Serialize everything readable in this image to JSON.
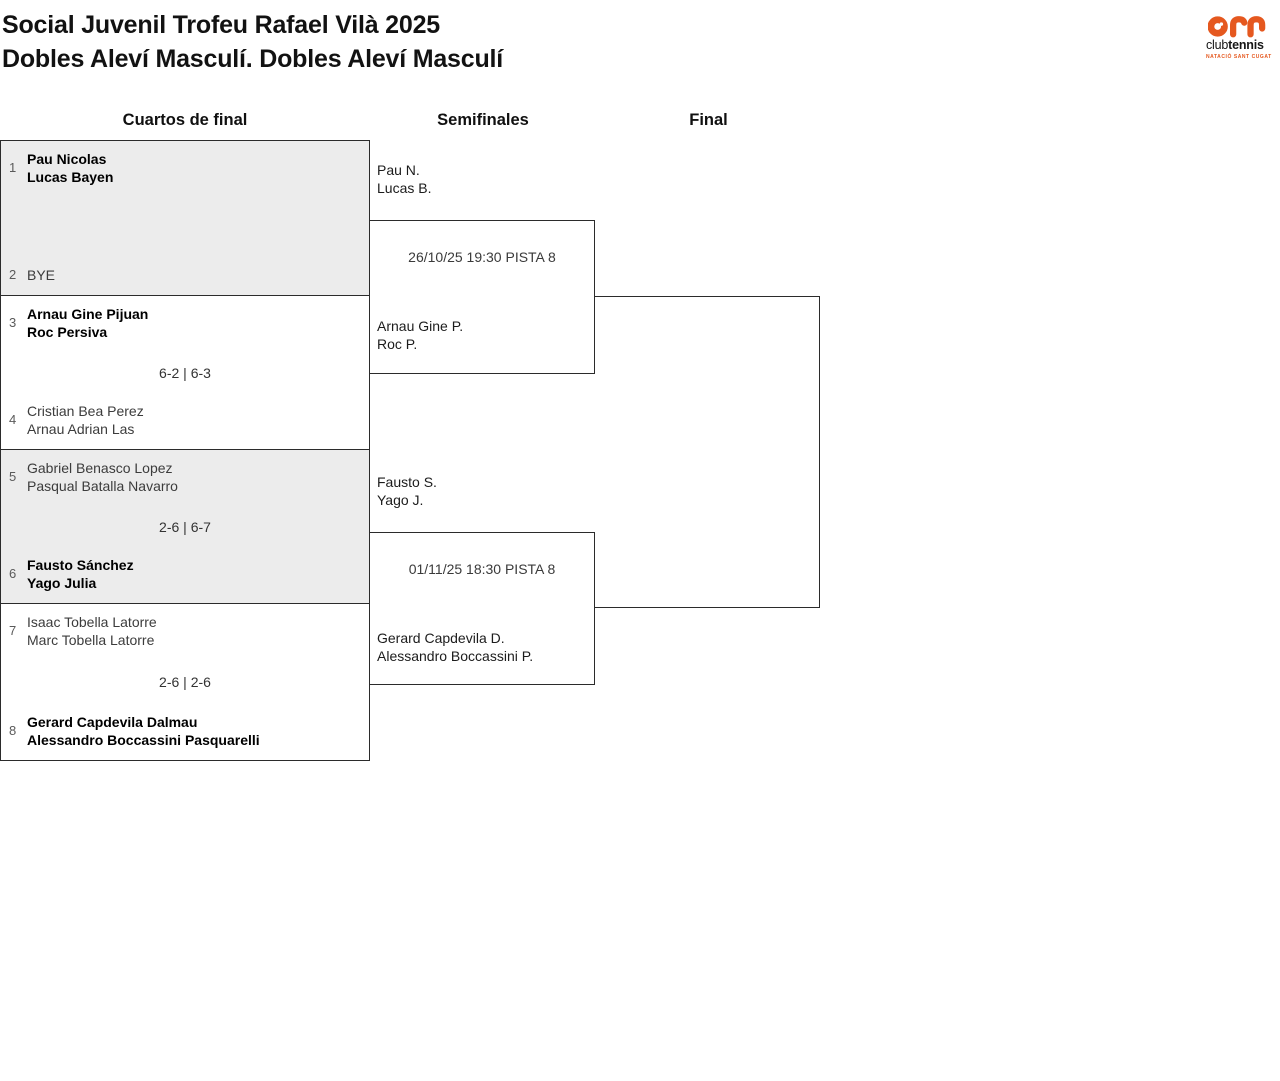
{
  "header": {
    "title_line1": "Social Juvenil Trofeu Rafael Vilà 2025",
    "title_line2": "Dobles Aleví Masculí. Dobles Aleví Masculí"
  },
  "logo": {
    "club": "club",
    "tennis": "tennis",
    "subtitle": "NATACIÓ SANT CUGAT"
  },
  "columns": [
    "Cuartos de final",
    "Semifinales",
    "Final"
  ],
  "quarterfinals": [
    {
      "top": {
        "seed": "1",
        "players": [
          "Pau Nicolas",
          "Lucas Bayen"
        ]
      },
      "bottom": {
        "seed": "2",
        "players": [
          "BYE"
        ]
      },
      "score": ""
    },
    {
      "top": {
        "seed": "3",
        "players": [
          "Arnau Gine Pijuan",
          "Roc Persiva"
        ]
      },
      "bottom": {
        "seed": "4",
        "players": [
          "Cristian Bea Perez",
          "Arnau Adrian Las"
        ]
      },
      "score": "6-2 | 6-3"
    },
    {
      "top": {
        "seed": "5",
        "players": [
          "Gabriel Benasco Lopez",
          "Pasqual Batalla Navarro"
        ]
      },
      "bottom": {
        "seed": "6",
        "players": [
          "Fausto Sánchez",
          "Yago Julia"
        ]
      },
      "score": "2-6 | 6-7"
    },
    {
      "top": {
        "seed": "7",
        "players": [
          "Isaac Tobella Latorre",
          "Marc Tobella Latorre"
        ]
      },
      "bottom": {
        "seed": "8",
        "players": [
          "Gerard Capdevila Dalmau",
          "Alessandro Boccassini Pasquarelli"
        ]
      },
      "score": "2-6 | 2-6"
    }
  ],
  "semifinals": [
    {
      "top_team": [
        "Pau N.",
        "Lucas B."
      ],
      "bottom_team": [
        "Arnau Gine P.",
        "Roc P."
      ],
      "schedule": "26/10/25 19:30 PISTA 8"
    },
    {
      "top_team": [
        "Fausto S.",
        "Yago J."
      ],
      "bottom_team": [
        "Gerard Capdevila D.",
        "Alessandro Boccassini P."
      ],
      "schedule": "01/11/25 18:30 PISTA 8"
    }
  ],
  "colors": {
    "accent_orange": "#E5581F",
    "match_shaded_bg": "#ECECEC",
    "line": "#2B2B2B"
  }
}
